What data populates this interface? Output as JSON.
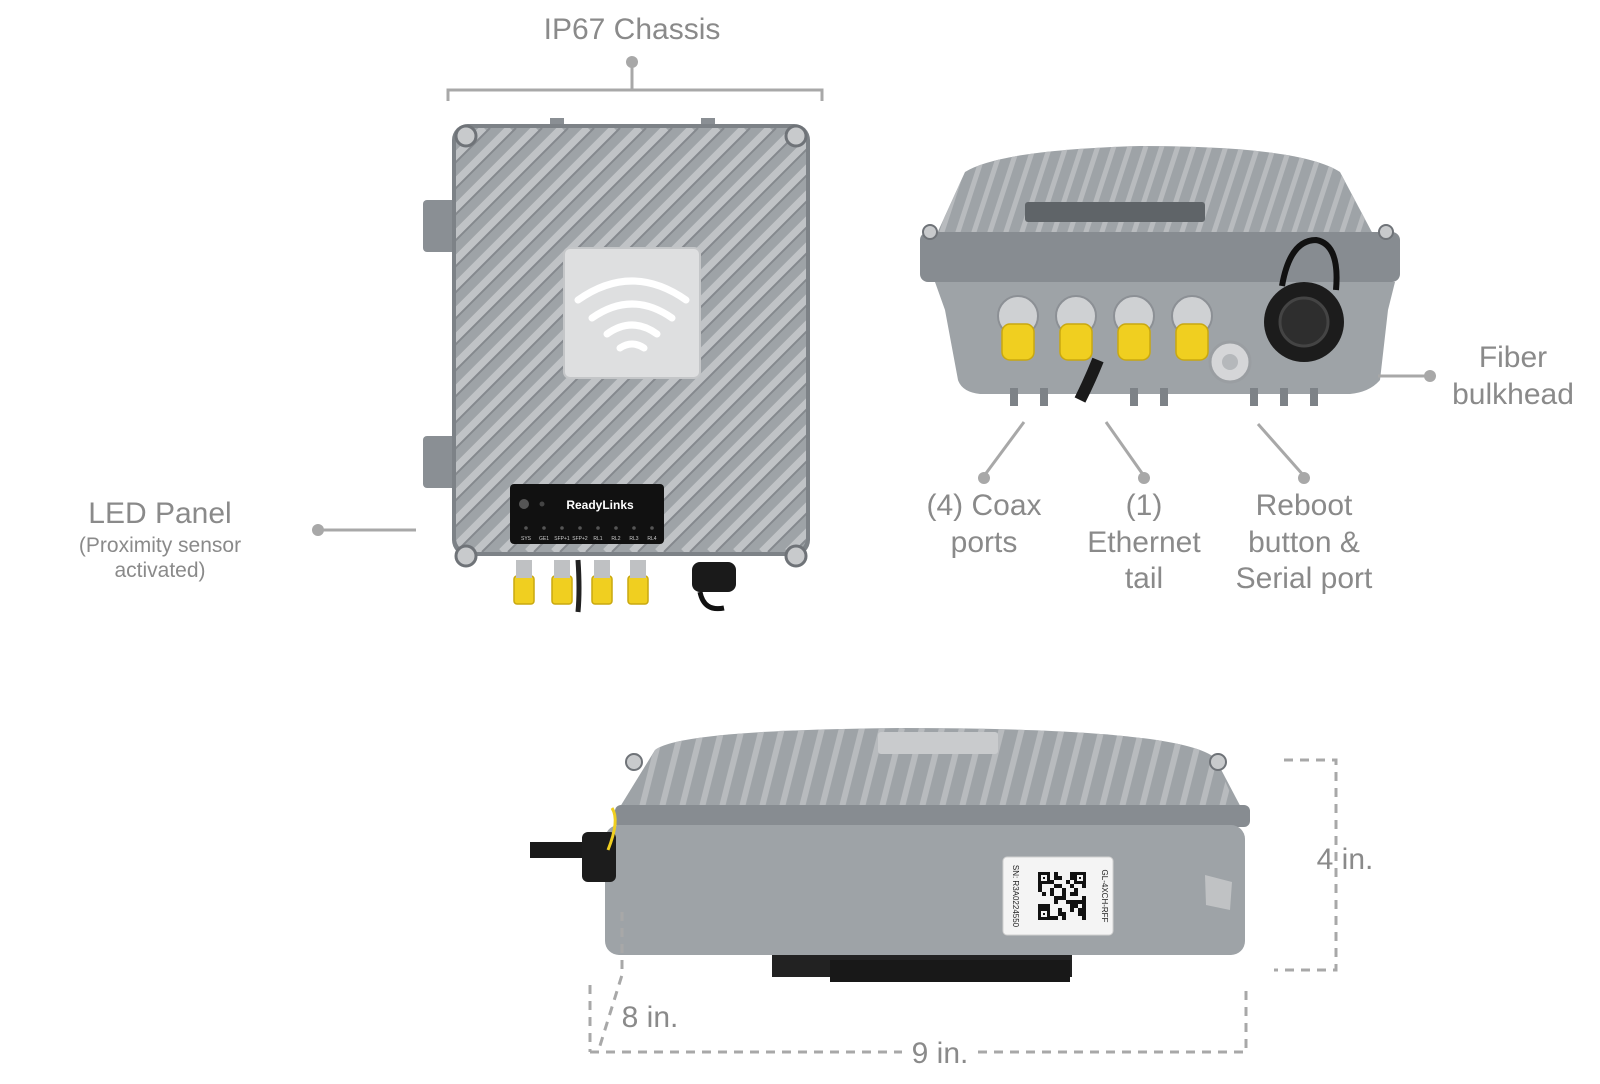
{
  "colors": {
    "background": "#ffffff",
    "label_text": "#8a8a8a",
    "leader_line": "#a8a8a8",
    "enclosure": "#9ea3a7",
    "enclosure_dark": "#7d8287",
    "fins": "#b3b7bb",
    "coax_connector": "#f0cf20",
    "led_panel": "#111111"
  },
  "device": {
    "brand": "ReadyLinks",
    "led_labels": [
      "SYS",
      "GE1",
      "SFP+1",
      "SFP+2",
      "RL1",
      "RL2",
      "RL3",
      "RL4"
    ],
    "sticker_model": "GL-4XCH-RFF",
    "sticker_serial": "SN: R3A0224550"
  },
  "callouts": {
    "chassis": "IP67 Chassis",
    "led_panel": {
      "title": "LED Panel",
      "note_line1": "(Proximity sensor",
      "note_line2": "activated)"
    },
    "fiber": {
      "line1": "Fiber",
      "line2": "bulkhead"
    },
    "coax": {
      "line1": "(4) Coax",
      "line2": "ports"
    },
    "ethernet": {
      "line1": "(1)",
      "line2": "Ethernet",
      "line3": "tail"
    },
    "reboot": {
      "line1": "Reboot",
      "line2": "button &",
      "line3": "Serial port"
    }
  },
  "dimensions": {
    "height": "4 in.",
    "depth": "8 in.",
    "width": "9 in."
  }
}
